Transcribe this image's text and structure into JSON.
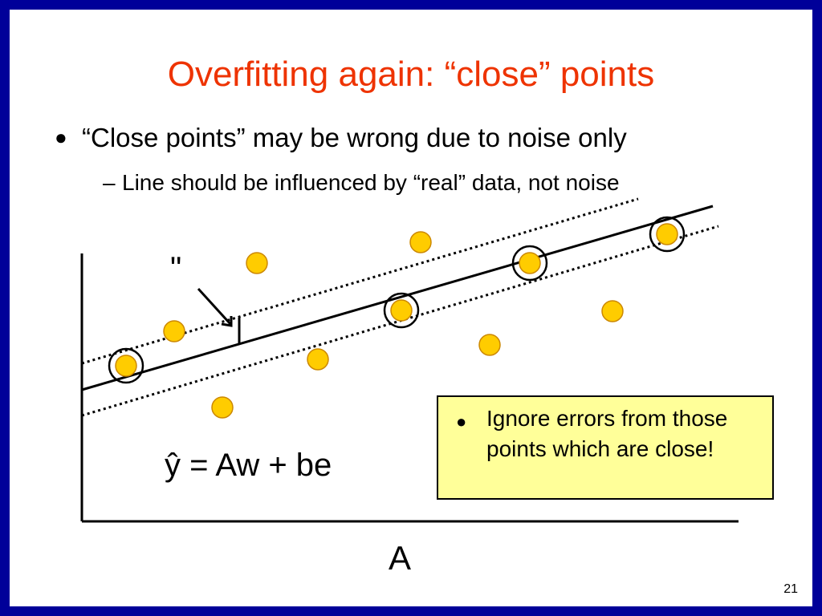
{
  "slide": {
    "title": "Overfitting again: “close” points",
    "bullet1": {
      "marker": "●",
      "text": "“Close points” may be wrong due to noise only"
    },
    "bullet2": {
      "marker": "–",
      "text": "Line should be influenced by “real” data, not noise"
    },
    "epsilon_label": "\"",
    "equation": "ŷ = Aw + be",
    "x_axis_label": "A",
    "callout": {
      "marker": "●",
      "text": "Ignore errors from those points which are close!"
    },
    "page_number": "21",
    "colors": {
      "border": "#000099",
      "title": "#ee3300",
      "point_fill": "#ffcc00",
      "point_stroke": "#cc8800",
      "callout_fill": "#ffff99"
    }
  }
}
